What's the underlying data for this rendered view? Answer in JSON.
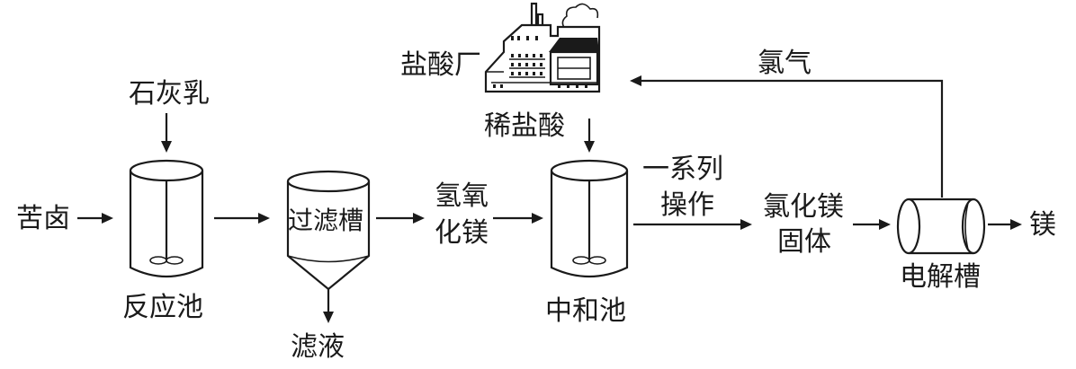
{
  "labels": {
    "raw_material": "苦卤",
    "reagent_lime": "石灰乳",
    "reactor": "反应池",
    "filter_tank": "过滤槽",
    "filtrate": "滤液",
    "mg_hydroxide_l1": "氢氧",
    "mg_hydroxide_l2": "化镁",
    "acid_plant": "盐酸厂",
    "dilute_hcl": "稀盐酸",
    "neutralizer": "中和池",
    "operations_l1": "一系列",
    "operations_l2": "操作",
    "mgcl2_l1": "氯化镁",
    "mgcl2_l2": "固体",
    "chlorine": "氯气",
    "electrolyzer": "电解槽",
    "product": "镁"
  }
}
